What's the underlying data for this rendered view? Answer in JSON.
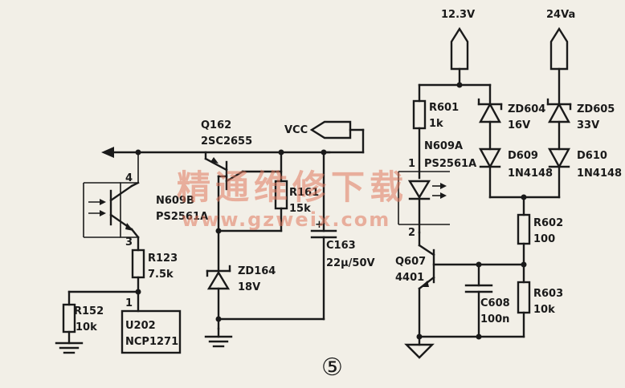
{
  "rails": {
    "v12": "12.3V",
    "v24": "24Va",
    "vcc": "VCC"
  },
  "components": {
    "q162_ref": "Q162",
    "q162_part": "2SC2655",
    "r161_ref": "R161",
    "r161_val": "15k",
    "c163_ref": "C163",
    "c163_val": "22μ/50V",
    "zd164_ref": "ZD164",
    "zd164_val": "18V",
    "n609b_ref": "N609B",
    "n609b_part": "PS2561A",
    "r123_ref": "R123",
    "r123_val": "7.5k",
    "r152_ref": "R152",
    "r152_val": "10k",
    "u202_ref": "U202",
    "u202_part": "NCP1271",
    "pin4": "4",
    "pin3": "3",
    "pin1_u": "1",
    "r601_ref": "R601",
    "r601_val": "1k",
    "n609a_ref": "N609A",
    "n609a_part": "PS2561A",
    "pin1_a": "1",
    "pin2_a": "2",
    "zd604_ref": "ZD604",
    "zd604_val": "16V",
    "d609_ref": "D609",
    "d609_part": "1N4148",
    "zd605_ref": "ZD605",
    "zd605_val": "33V",
    "d610_ref": "D610",
    "d610_part": "1N4148",
    "r602_ref": "R602",
    "r602_val": "100",
    "q607_ref": "Q607",
    "q607_part": "4401",
    "c608_ref": "C608",
    "c608_val": "100n",
    "r603_ref": "R603",
    "r603_val": "10k"
  },
  "figure_number": "⑤",
  "watermark": {
    "line1": "精通维修下载",
    "line2": "www.gzweix.com"
  }
}
